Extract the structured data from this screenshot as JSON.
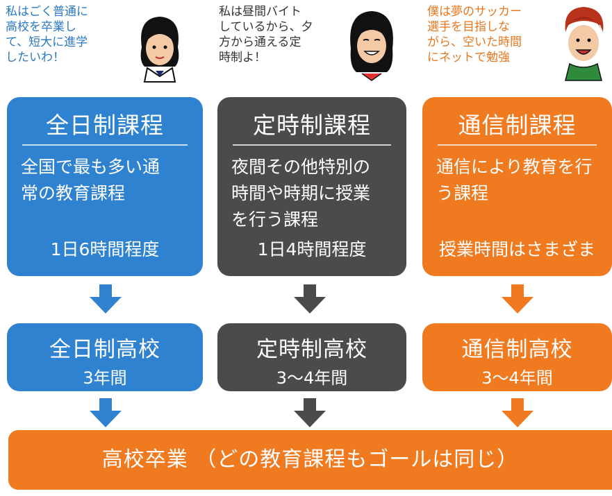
{
  "columns": [
    {
      "key": "fulltime",
      "quote": "私はごく普通に\n高校を卒業し\nて、短大に進学\nしたいわ！",
      "course_title": "全日制課程",
      "description": "全国で最も多い通\n常の教育課程",
      "hours": "1日6時間程度",
      "school_name": "全日制高校",
      "school_years": "3年間",
      "color": "#2f82cf"
    },
    {
      "key": "parttime",
      "quote": "私は昼間バイト\nしているから、夕\n方から通える定\n時制よ！",
      "course_title": "定時制課程",
      "description": "夜間その他特別の\n時間や時期に授業\nを行う課程",
      "hours": "1日4時間程度",
      "school_name": "定時制高校",
      "school_years": "3～4年間",
      "color": "#4b4b4d"
    },
    {
      "key": "correspondence",
      "quote": "僕は夢のサッカー\n選手を目指しな\nがら、空いた時間\nにネットで勉強",
      "course_title": "通信制課程",
      "description": "通信により教育を行\nう課程",
      "hours": "授業時間はさまざま",
      "school_name": "通信制高校",
      "school_years": "3～4年間",
      "color": "#f07a20"
    }
  ],
  "graduation": "高校卒業 （どの教育課程もゴールは同じ）",
  "icons": [
    "girl-avatar-icon",
    "girl-avatar-icon",
    "boy-avatar-icon",
    "down-arrow-icon"
  ]
}
